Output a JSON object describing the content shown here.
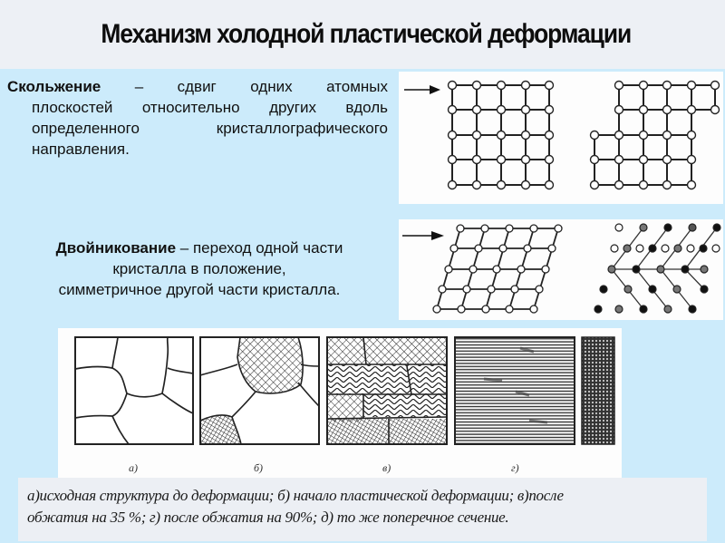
{
  "slide": {
    "title": "Механизм холодной пластической деформации",
    "colors": {
      "header_bg": "#edf0f5",
      "body_bg": "#ccebfb",
      "panel_bg": "#fdfdfd",
      "caption_bg": "#eceff4",
      "text": "#111111"
    }
  },
  "slip": {
    "term": "Скольжение",
    "line1_rest": " – сдвиг одних атомных",
    "line2": "плоскостей относительно других вдоль",
    "line3": "определенного кристаллографического",
    "line4": "направления.",
    "figure": {
      "description": "lattice-shear-diagram",
      "icon": "arrow-right-icon",
      "left_grid": "5x5 square lattice of atoms",
      "right_grid": "5x5 lattice with upper rows shifted by one site"
    }
  },
  "twinning": {
    "term": "Двойникование",
    "line1_rest": " – переход одной части",
    "line2": "кристалла в положение,",
    "line3": "симметричное другой части кристалла.",
    "figure": {
      "description": "twinning-lattice-diagram",
      "icon": "arrow-right-icon",
      "left_grid": "5x5 sheared parallelogram lattice",
      "right_grid": "twinned lattice with mirror (chevron) bonds"
    }
  },
  "grains_figure": {
    "labels": [
      "а)",
      "б)",
      "в)",
      "г)"
    ],
    "panels": [
      "initial-grain-structure",
      "beginning-of-plastic-deformation",
      "after-35-percent-reduction",
      "after-90-percent-reduction",
      "cross-section"
    ]
  },
  "caption": {
    "line1": "а)исходная структура до деформации; б) начало пластической деформации; в)после",
    "line2": "обжатия на 35 %; г) после обжатия на 90%; д) то же поперечное сечение."
  }
}
